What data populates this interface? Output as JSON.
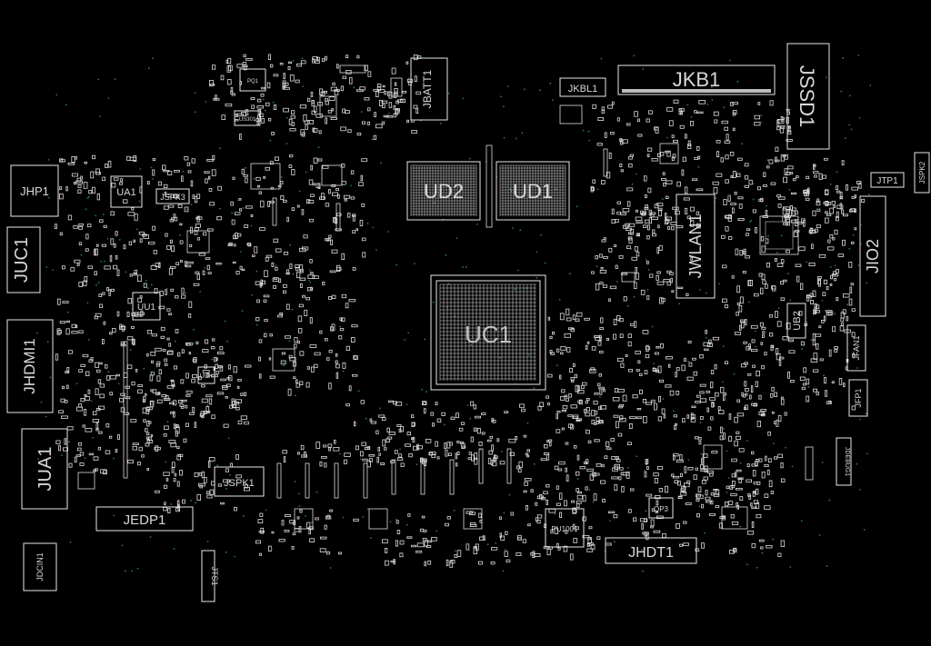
{
  "board": {
    "background": "#000000",
    "outline_color": "#e8e8e8",
    "via_color": "#1f7a7a"
  },
  "components": {
    "JKB1": "JKB1",
    "JSSD1": "JSSD1",
    "JKBL1": "JKBL1",
    "JBATT1": "JBATT1",
    "UD2": "UD2",
    "UD1": "UD1",
    "UC1": "UC1",
    "JHP1": "JHP1",
    "UA1": "UA1",
    "JSPK3": "JSPK3",
    "JUC1": "JUC1",
    "UU1": "UU1",
    "JHDMI1": "JHDMI1",
    "UUK": "UUK",
    "JUA1": "JUA1",
    "JSPK1": "JSPK1",
    "JEDP1": "JEDP1",
    "JDCIN1": "JDCIN1",
    "JTS1": "JTS1",
    "JWLAN1": "JWLAN1",
    "JIO2": "JIO2",
    "UB2": "UB2",
    "JFAN1": "JFAN1",
    "JFP1": "JFP1",
    "JDEBUG1": "JDEBUG1",
    "JTP1": "JTP1",
    "JSPK2": "JSPK2",
    "PU1001": "PU1001",
    "JHDT1": "JHDT1",
    "US301": "US301",
    "QP3": "QP3",
    "PQ1": "PQ1"
  }
}
